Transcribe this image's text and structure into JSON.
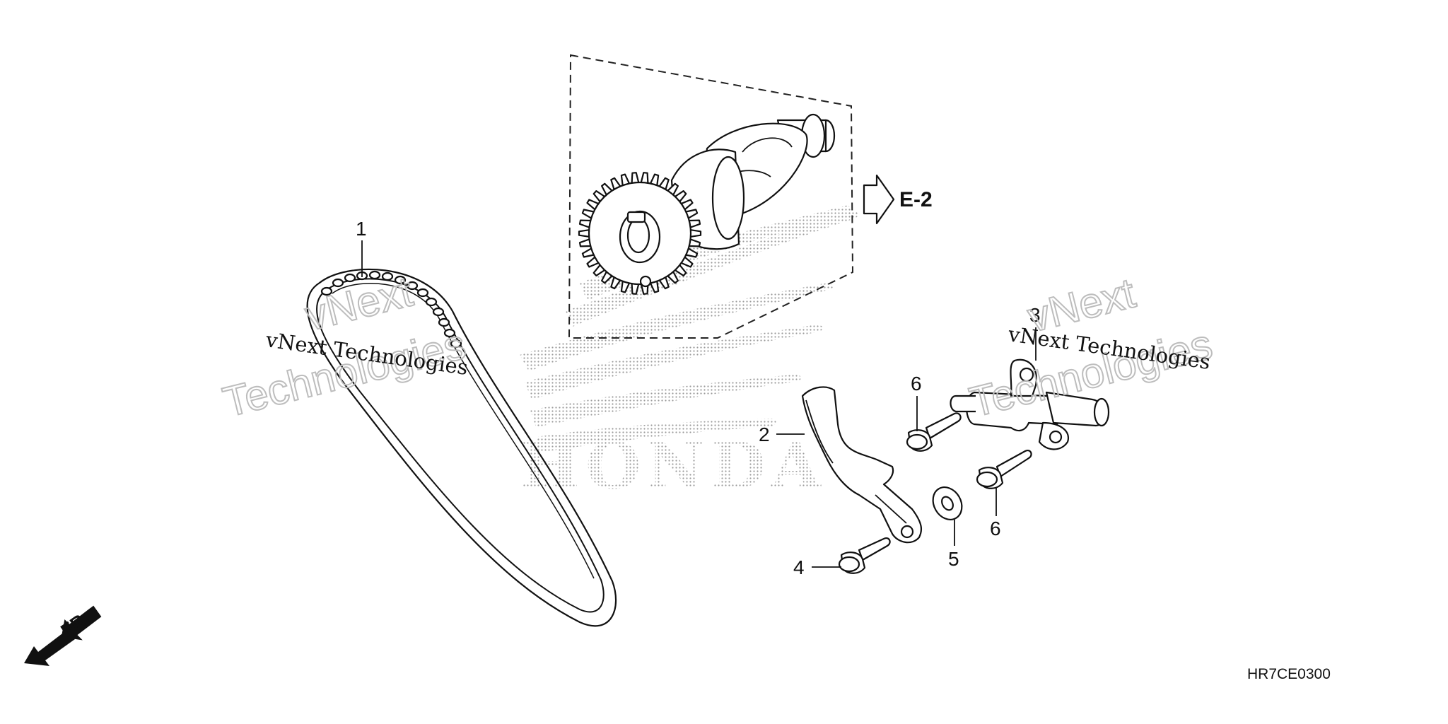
{
  "diagram": {
    "callouts": {
      "c1": "1",
      "c2": "2",
      "c3": "3",
      "c4": "4",
      "c5": "5",
      "c6a": "6",
      "c6b": "6"
    },
    "reference_label": "E-2",
    "front_label": "FR.",
    "diagram_code": "HR7CE0300",
    "brand_mark": "HONDA",
    "watermarks": {
      "line_text": "vNext Technologies",
      "outline_word_1": "vNext",
      "outline_word_2": "Technologies"
    },
    "parts": [
      {
        "ref": "1",
        "name": "cam-chain-icon"
      },
      {
        "ref": "2",
        "name": "chain-guide-icon"
      },
      {
        "ref": "3",
        "name": "tensioner-lifter-icon"
      },
      {
        "ref": "4",
        "name": "flange-bolt-icon"
      },
      {
        "ref": "5",
        "name": "washer-icon"
      },
      {
        "ref": "6",
        "name": "flange-bolt-icon"
      }
    ],
    "colors": {
      "ink": "#111111",
      "dots": "#9a9a9a",
      "watermark_outline": "#bdbdbd"
    }
  }
}
